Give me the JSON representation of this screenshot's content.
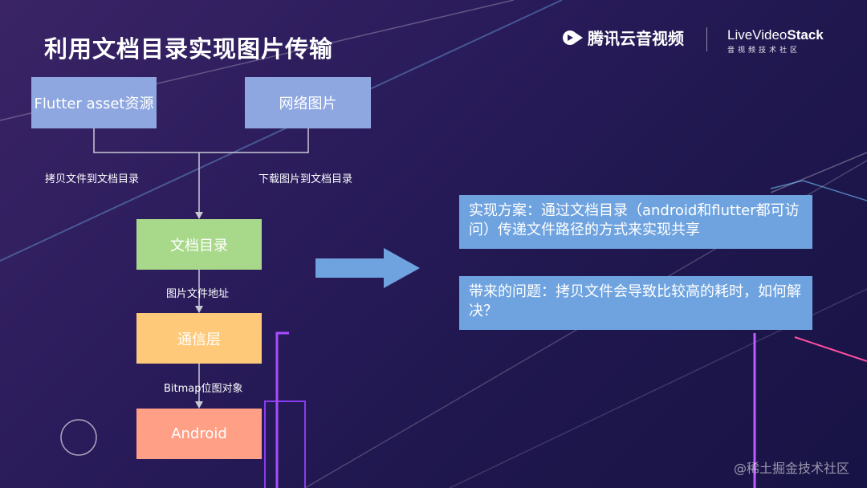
{
  "slide": {
    "title": "利用文档目录实现图片传输"
  },
  "brands": {
    "tencent": "腾讯云音视频",
    "lvs_prefix": "LiveVideo",
    "lvs_bold": "Stack",
    "lvs_sub": "音视频技术社区"
  },
  "flow": {
    "flutter_asset": "Flutter asset资源",
    "network_image": "网络图片",
    "copy_label": "拷贝文件到文档目录",
    "download_label": "下载图片到文档目录",
    "doc_dir": "文档目录",
    "path_label": "图片文件地址",
    "comm_layer": "通信层",
    "bitmap_label": "Bitmap位图对象",
    "android": "Android"
  },
  "notes": {
    "solution": "实现方案：通过文档目录（android和flutter都可访问）传递文件路径的方式来实现共享",
    "problem": "带来的问题：拷贝文件会导致比较高的耗时，如何解决？"
  },
  "watermark": "@稀土掘金技术社区",
  "colors": {
    "box_blue": "#8fa7e0",
    "box_green": "#a8d98a",
    "box_yellow": "#ffc97a",
    "box_orange": "#ff9f86",
    "note_blue": "#6fa3df",
    "arrow_blue": "#6fa3df"
  }
}
